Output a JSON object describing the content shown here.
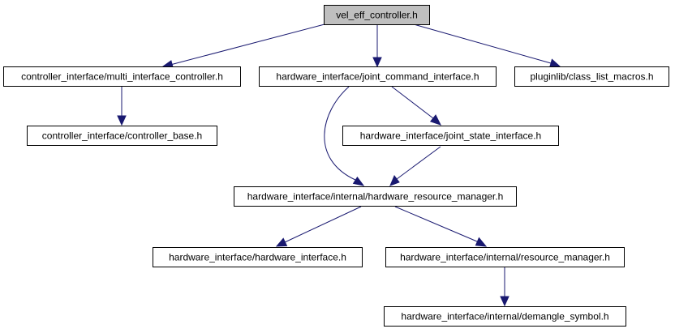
{
  "graph": {
    "edge_color": "#191970",
    "root_fill": "#bfbfbf",
    "nodes": {
      "root": "vel_eff_controller.h",
      "multi_iface": "controller_interface/multi_interface_controller.h",
      "joint_cmd": "hardware_interface/joint_command_interface.h",
      "class_list": "pluginlib/class_list_macros.h",
      "ctrl_base": "controller_interface/controller_base.h",
      "joint_state": "hardware_interface/joint_state_interface.h",
      "hw_res_mgr": "hardware_interface/internal/hardware_resource_manager.h",
      "hw_iface": "hardware_interface/hardware_interface.h",
      "res_mgr": "hardware_interface/internal/resource_manager.h",
      "demangle": "hardware_interface/internal/demangle_symbol.h"
    }
  }
}
